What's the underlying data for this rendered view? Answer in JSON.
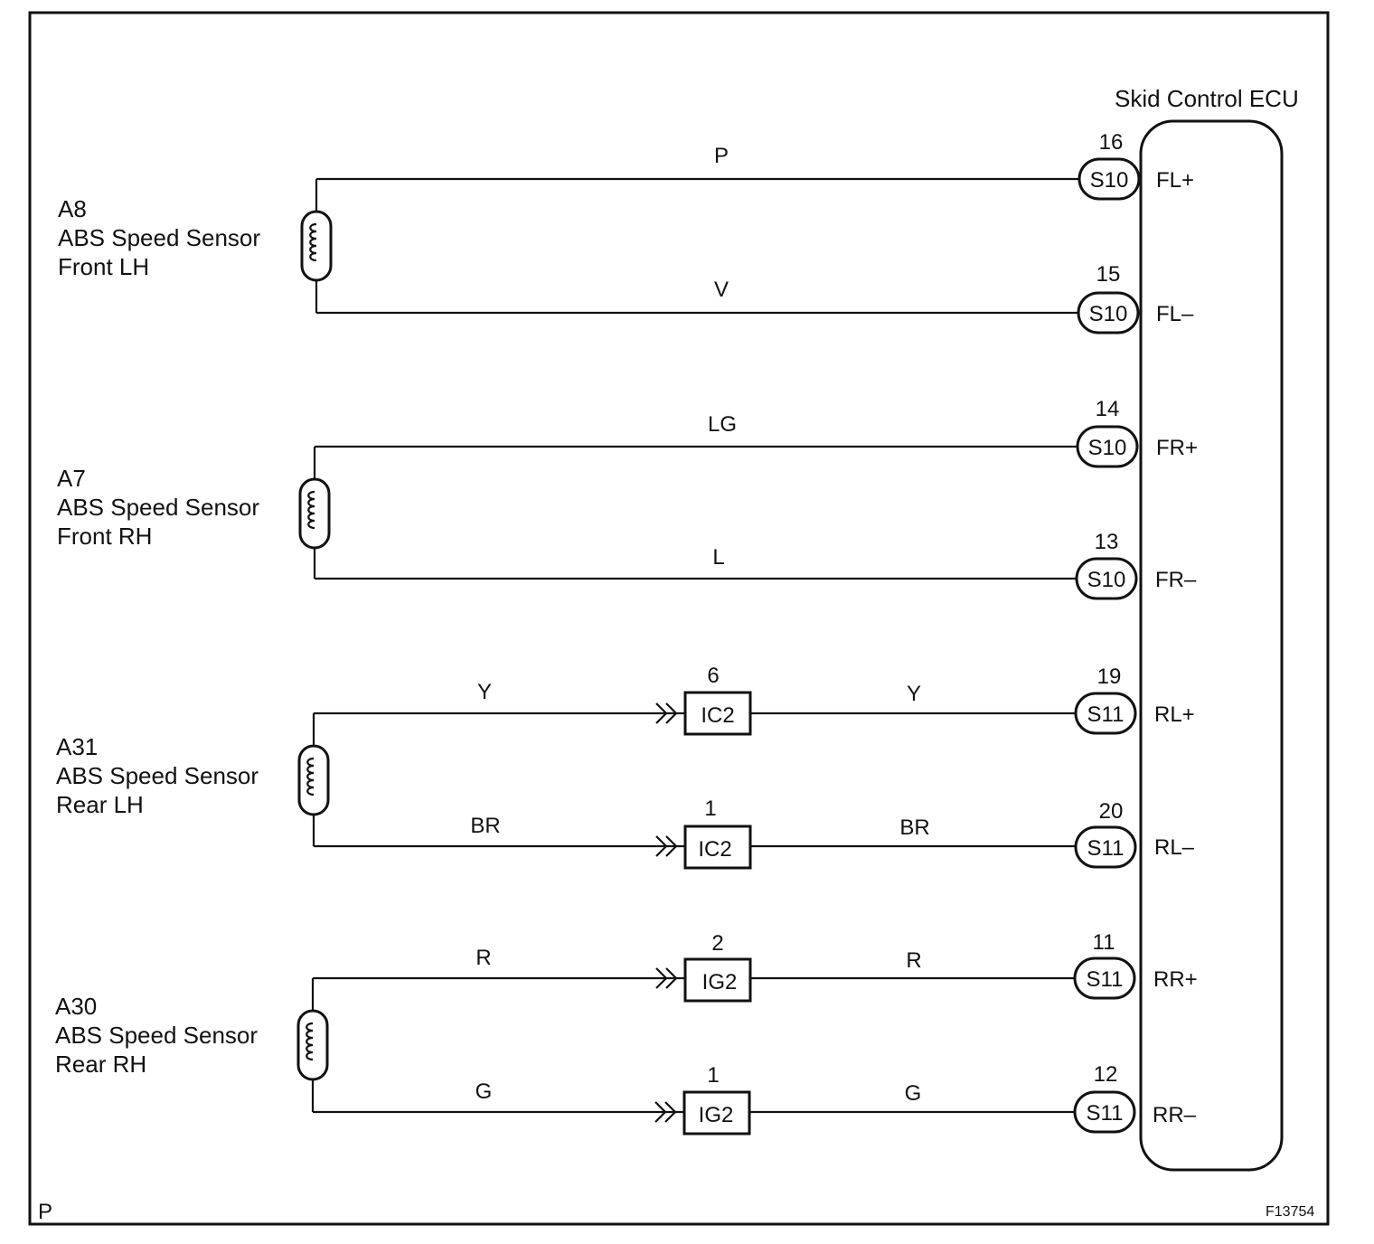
{
  "ecu_title": "Skid Control ECU",
  "corner_left": "P",
  "corner_right": "F13754",
  "sensors": [
    {
      "code": "A8",
      "name": "ABS Speed Sensor",
      "pos": "Front LH"
    },
    {
      "code": "A7",
      "name": "ABS Speed Sensor",
      "pos": "Front RH"
    },
    {
      "code": "A31",
      "name": "ABS Speed Sensor",
      "pos": "Rear LH"
    },
    {
      "code": "A30",
      "name": "ABS Speed Sensor",
      "pos": "Rear RH"
    }
  ],
  "lines": [
    {
      "wire": "P",
      "pin": "16",
      "conn": "S10",
      "signal": "FL+"
    },
    {
      "wire": "V",
      "pin": "15",
      "conn": "S10",
      "signal": "FL–"
    },
    {
      "wire": "LG",
      "pin": "14",
      "conn": "S10",
      "signal": "FR+"
    },
    {
      "wire": "L",
      "pin": "13",
      "conn": "S10",
      "signal": "FR–"
    },
    {
      "wire": "Y",
      "wire2": "Y",
      "mid_pin": "6",
      "mid_conn": "IC2",
      "pin": "19",
      "conn": "S11",
      "signal": "RL+"
    },
    {
      "wire": "BR",
      "wire2": "BR",
      "mid_pin": "1",
      "mid_conn": "IC2",
      "pin": "20",
      "conn": "S11",
      "signal": "RL–"
    },
    {
      "wire": "R",
      "wire2": "R",
      "mid_pin": "2",
      "mid_conn": "IG2",
      "pin": "11",
      "conn": "S11",
      "signal": "RR+"
    },
    {
      "wire": "G",
      "wire2": "G",
      "mid_pin": "1",
      "mid_conn": "IG2",
      "pin": "12",
      "conn": "S11",
      "signal": "RR–"
    }
  ]
}
